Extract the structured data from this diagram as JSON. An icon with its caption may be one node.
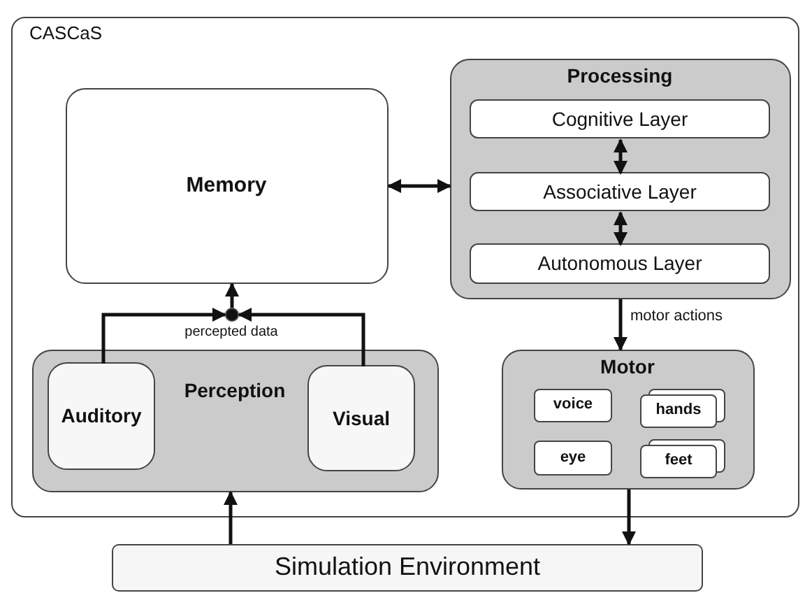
{
  "diagram": {
    "nodes": [
      {
        "text": [
          "CASCaS"
        ]
      },
      {
        "text": [
          "Memory"
        ],
        "in": 0
      },
      {
        "text": [
          "Processing"
        ],
        "in": 0
      },
      {
        "text": [
          "Cognitive Layer"
        ],
        "in": 2
      },
      {
        "text": [
          "Associative Layer"
        ],
        "in": 2
      },
      {
        "text": [
          "Autonomous Layer"
        ],
        "in": 2
      },
      {
        "text": [],
        "shape": "circle",
        "in": 0,
        "beside": [
          "percepted data"
        ]
      },
      {
        "text": [
          "Perception"
        ],
        "in": 0
      },
      {
        "text": [
          "Auditory"
        ],
        "in": 7
      },
      {
        "text": [
          "Visual"
        ],
        "in": 7
      },
      {
        "text": [
          "Motor"
        ],
        "in": 0
      },
      {
        "text": [
          "voice"
        ],
        "in": 10
      },
      {
        "text": [
          "hands"
        ],
        "in": 10
      },
      {
        "text": [
          "eye"
        ],
        "in": 10
      },
      {
        "text": [
          "feet"
        ],
        "in": 10
      },
      {
        "text": [
          "Simulation Environment"
        ]
      }
    ],
    "edges": [
      {
        "from": 1,
        "to": 2,
        "arrow": "both"
      },
      {
        "from": 3,
        "to": 4,
        "arrow": "both"
      },
      {
        "from": 4,
        "to": 5,
        "arrow": "both"
      },
      {
        "from": 8,
        "to": 6,
        "arrow": "to"
      },
      {
        "from": 9,
        "to": 6,
        "arrow": "to"
      },
      {
        "from": 6,
        "to": 1,
        "arrow": "to"
      },
      {
        "from": 2,
        "to": 10,
        "arrow": "to",
        "label": "motor actions"
      },
      {
        "from": 15,
        "to": 7,
        "arrow": "to"
      },
      {
        "from": 10,
        "to": 15,
        "arrow": "to"
      }
    ]
  }
}
